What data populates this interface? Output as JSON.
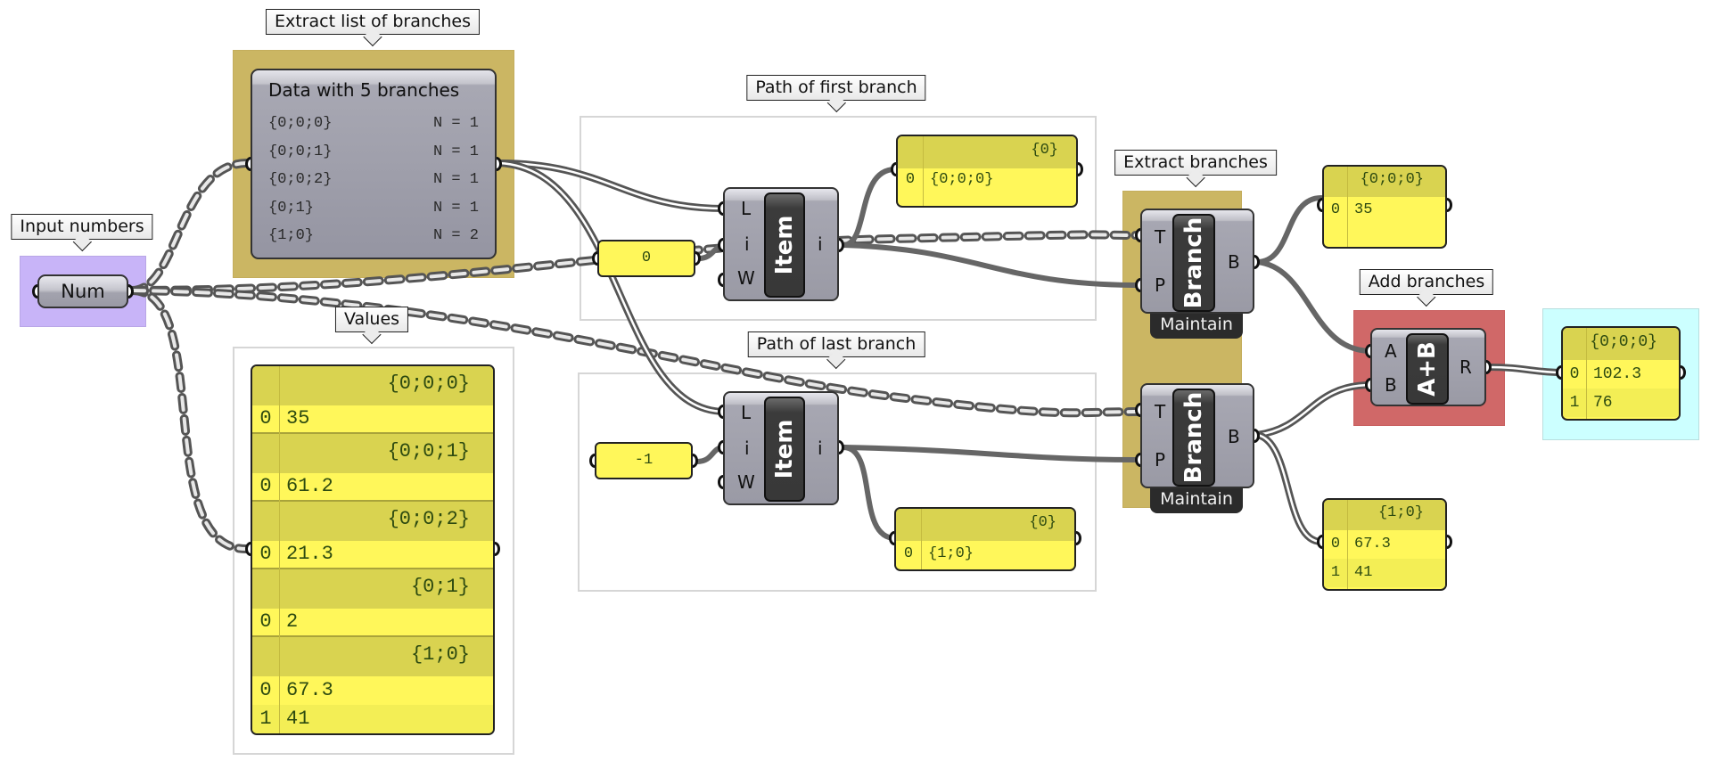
{
  "canvas": {
    "groups": {
      "input_numbers": {
        "label": "Input numbers",
        "color": "#c8b4f8"
      },
      "extract_list": {
        "label": "Extract list of branches",
        "color": "#cbb663"
      },
      "values": {
        "label": "Values",
        "color": "#ffffff"
      },
      "path_first": {
        "label": "Path of first branch",
        "color": "#ffffff"
      },
      "path_last": {
        "label": "Path of last branch",
        "color": "#ffffff"
      },
      "extract_branches": {
        "label": "Extract branches",
        "color": "#cbb663"
      },
      "add_branches": {
        "label": "Add branches",
        "color": "#d06868"
      },
      "result": {
        "color": "#ccffff"
      }
    },
    "num_param": {
      "label": "Num"
    },
    "param_viewer": {
      "title": "Data with 5 branches",
      "rows": [
        {
          "path": "{0;0;0}",
          "count": "N = 1"
        },
        {
          "path": "{0;0;1}",
          "count": "N = 1"
        },
        {
          "path": "{0;0;2}",
          "count": "N = 1"
        },
        {
          "path": "{0;1}",
          "count": "N = 1"
        },
        {
          "path": "{1;0}",
          "count": "N = 2"
        }
      ]
    },
    "values_panel": {
      "branches": [
        {
          "path": "{0;0;0}",
          "items": [
            {
              "i": "0",
              "v": "35"
            }
          ]
        },
        {
          "path": "{0;0;1}",
          "items": [
            {
              "i": "0",
              "v": "61.2"
            }
          ]
        },
        {
          "path": "{0;0;2}",
          "items": [
            {
              "i": "0",
              "v": "21.3"
            }
          ]
        },
        {
          "path": "{0;1}",
          "items": [
            {
              "i": "0",
              "v": "2"
            }
          ]
        },
        {
          "path": "{1;0}",
          "items": [
            {
              "i": "0",
              "v": "67.3"
            },
            {
              "i": "1",
              "v": "41"
            }
          ]
        }
      ]
    },
    "index_first": "0",
    "index_last": "-1",
    "item_component": {
      "name": "Item",
      "inputs": [
        "L",
        "i",
        "W"
      ],
      "outputs": [
        "i"
      ]
    },
    "path_first_panel": {
      "path": "{0}",
      "items": [
        {
          "i": "0",
          "v": "{0;0;0}"
        }
      ]
    },
    "path_last_panel": {
      "path": "{0}",
      "items": [
        {
          "i": "0",
          "v": "{1;0}"
        }
      ]
    },
    "branch_component": {
      "name": "Branch",
      "inputs": [
        "T",
        "P"
      ],
      "outputs": [
        "B"
      ],
      "footer": "Maintain"
    },
    "branch_first_panel": {
      "path": "{0;0;0}",
      "items": [
        {
          "i": "0",
          "v": "35"
        }
      ]
    },
    "branch_last_panel": {
      "path": "{1;0}",
      "items": [
        {
          "i": "0",
          "v": "67.3"
        },
        {
          "i": "1",
          "v": "41"
        }
      ]
    },
    "addition_component": {
      "name": "A+B",
      "inputs": [
        "A",
        "B"
      ],
      "outputs": [
        "R"
      ]
    },
    "result_panel": {
      "path": "{0;0;0}",
      "items": [
        {
          "i": "0",
          "v": "102.3"
        },
        {
          "i": "1",
          "v": "76"
        }
      ]
    }
  }
}
